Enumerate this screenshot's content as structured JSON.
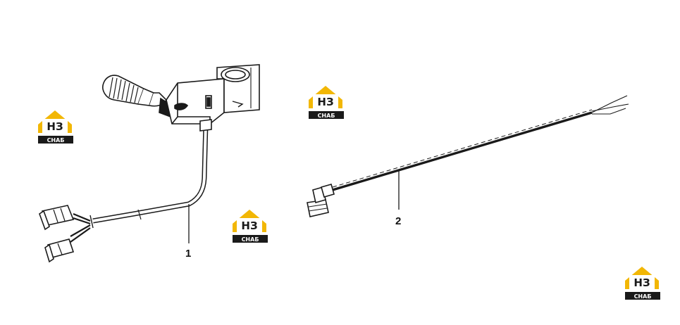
{
  "callouts": {
    "part1": "1",
    "part2": "2"
  },
  "logo": {
    "top_text": "НЗ",
    "bottom_text": "СНАБ",
    "accent": "#f2b705",
    "dark": "#1a1a1a"
  },
  "colors": {
    "line": "#1a1a1a",
    "background": "#ffffff"
  }
}
